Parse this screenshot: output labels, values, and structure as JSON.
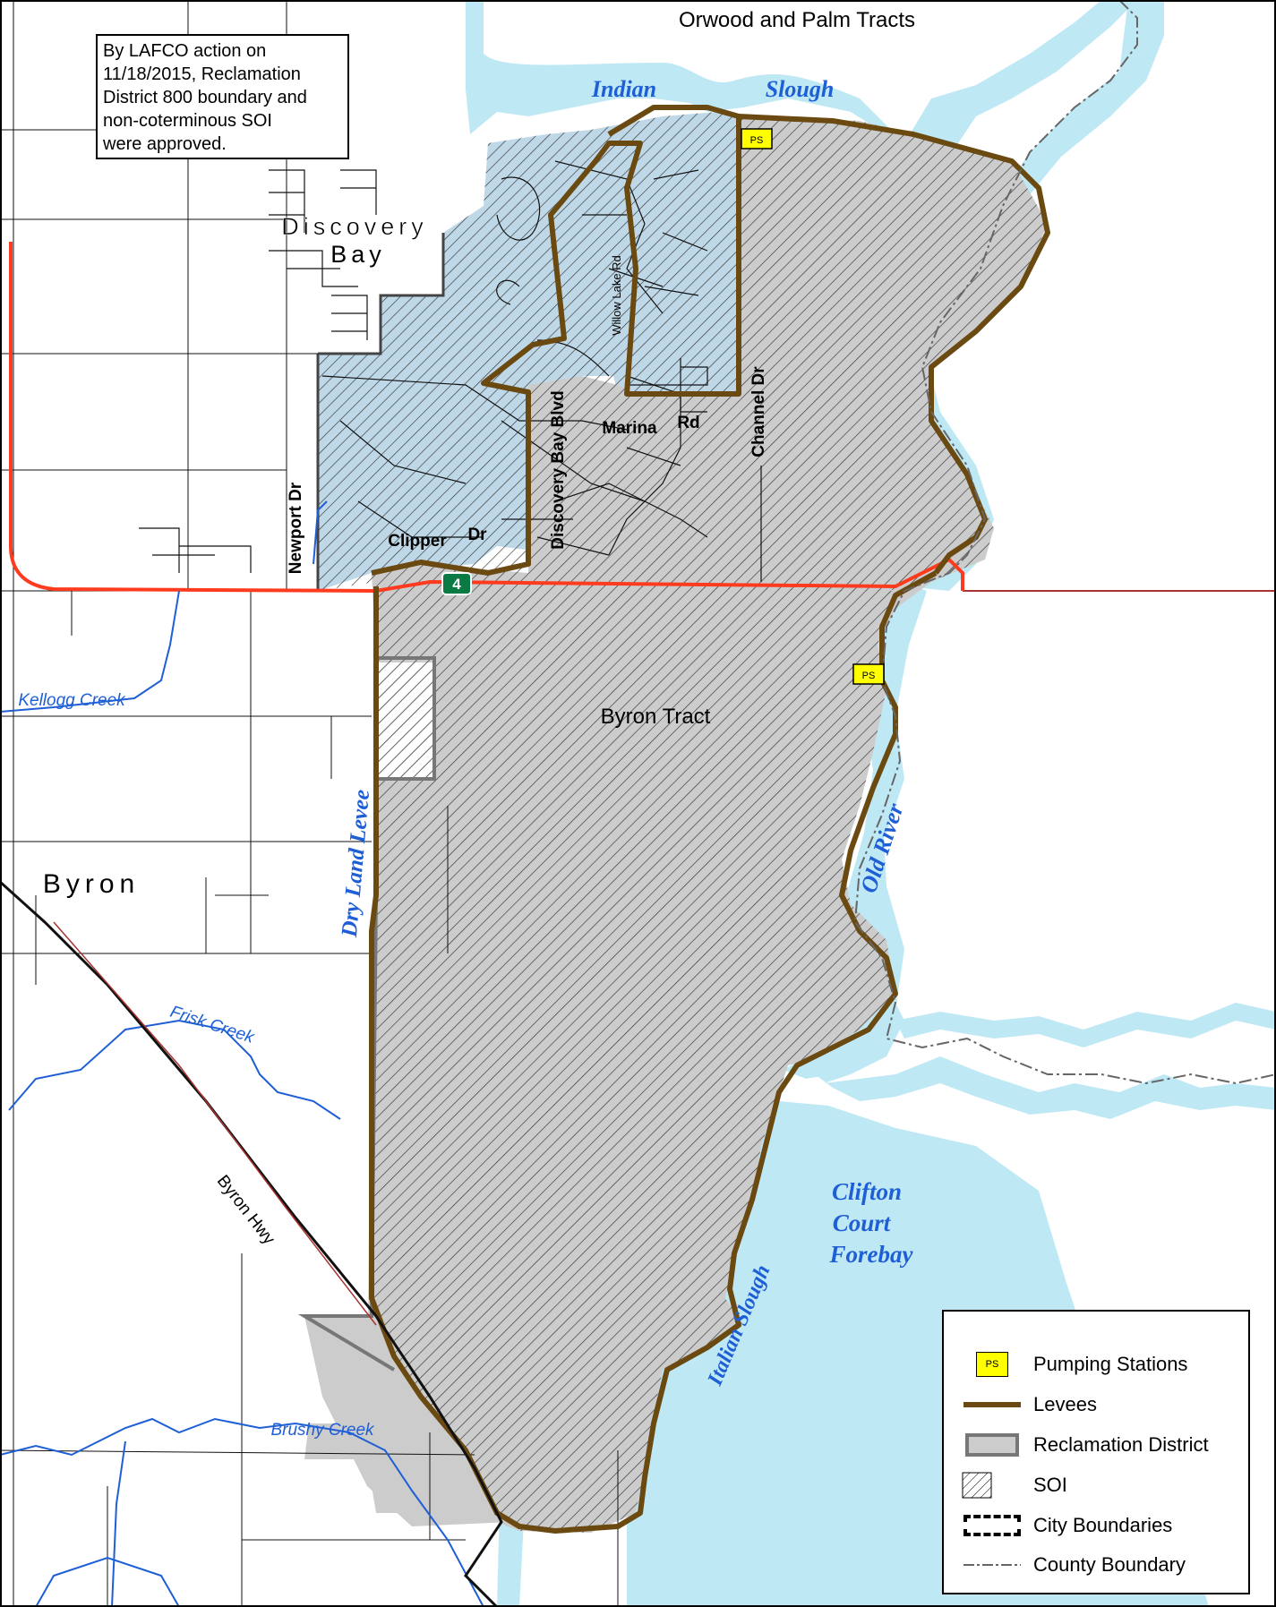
{
  "note": {
    "lines": [
      "By LAFCO action on",
      "11/18/2015, Reclamation",
      "District 800 boundary and",
      "non-coterminous SOI",
      "were approved."
    ]
  },
  "places": {
    "orwood": "Orwood and Palm Tracts",
    "discovery": "Discovery",
    "bay": "Bay",
    "byron": "Byron",
    "byron_tract": "Byron Tract"
  },
  "water": {
    "indian": "Indian",
    "slough": "Slough",
    "kellogg": "Kellogg Creek",
    "frisk": "Frisk Creek",
    "brushy": "Brushy Creek",
    "old_river": "Old River",
    "dry_land_levee": "Dry Land Levee",
    "italian_slough": "Italian Slough",
    "clifton": "Clifton",
    "court": "Court",
    "forebay": "Forebay"
  },
  "roads": {
    "newport": "Newport Dr",
    "clipper": "Clipper",
    "dr": "Dr",
    "discovery_bay_blvd": "Discovery Bay Blvd",
    "willow_lake": "Willow Lake Rd",
    "marina": "Marina",
    "rd": "Rd",
    "channel": "Channel Dr",
    "byron_hwy": "Byron Hwy",
    "route": "4"
  },
  "pumping_label": "PS",
  "legend": {
    "items": [
      {
        "label": "Pumping Stations"
      },
      {
        "label": "Levees"
      },
      {
        "label": "Reclamation District"
      },
      {
        "label": "SOI"
      },
      {
        "label": "City Boundaries"
      },
      {
        "label": "County Boundary"
      }
    ]
  },
  "colors": {
    "water": "#bfe8f5",
    "levee": "#6b4a12",
    "district": "#cccccc",
    "city_area": "#bfd8e8",
    "highway": "#ff3b1f",
    "creek": "#1f5fd6",
    "road": "#111111",
    "ps_fill": "#ffff00"
  }
}
